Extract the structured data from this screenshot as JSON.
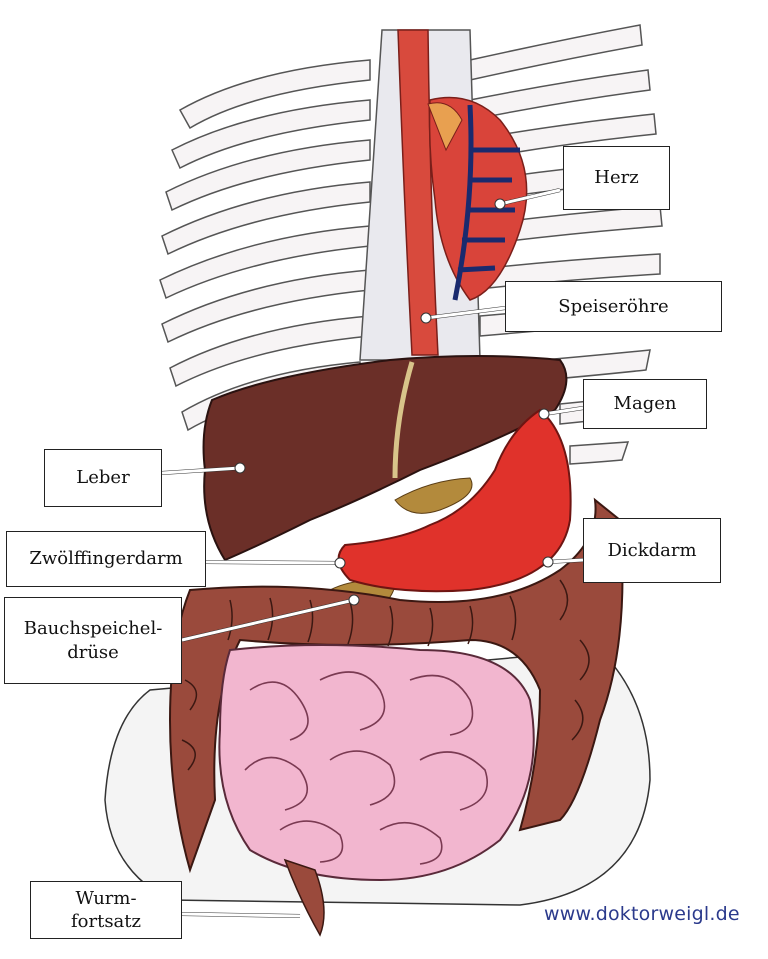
{
  "labels": {
    "herz": "Herz",
    "speiseroehre": "Speiseröhre",
    "magen": "Magen",
    "leber": "Leber",
    "dickdarm": "Dickdarm",
    "zwoelffingerdarm": "Zwölffingerdarm",
    "bauchspeicheldruese": [
      "Bauchspeichel-",
      "drüse"
    ],
    "wurmfortsatz": [
      "Wurm-",
      "fortsatz"
    ]
  },
  "credit": "www.doktorweigl.de",
  "colors": {
    "liver": "#6b2f28",
    "stomach": "#e0322b",
    "colon": "#9a4a3c",
    "small_intestine": "#f2b6cf",
    "heart": "#d9443a",
    "vessels": "#1a2a6e",
    "ribs": "#f3f0f1",
    "credit": "#2b3a8c"
  }
}
